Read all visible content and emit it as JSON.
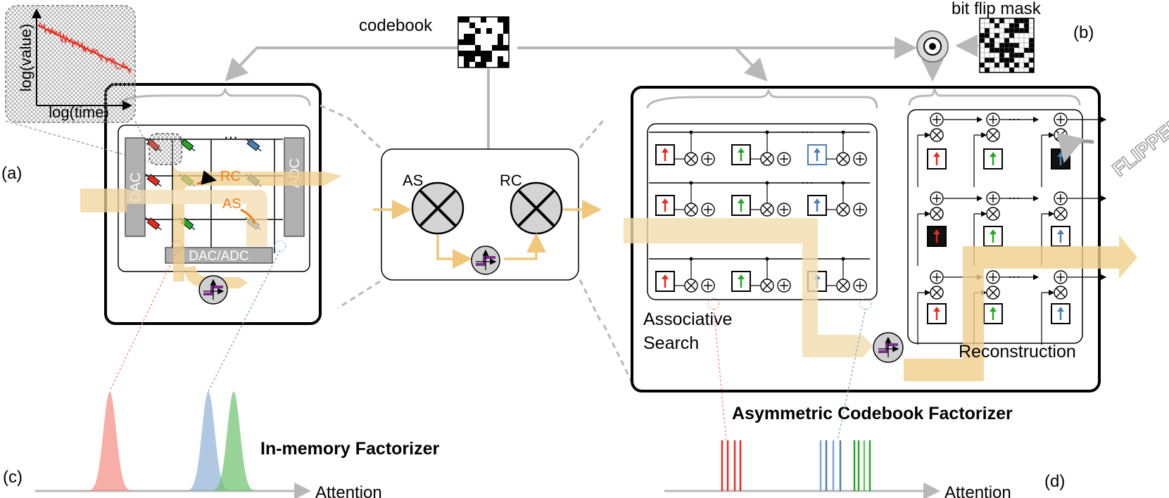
{
  "labels": {
    "codebook": "codebook",
    "bit_flip_mask": "bit flip mask",
    "panel_a": "(a)",
    "panel_b": "(b)",
    "panel_c": "(c)",
    "panel_d": "(d)",
    "y_axis": "log(value)",
    "x_axis": "log(time)",
    "dac": "DAC",
    "adc": "ADC",
    "dac_adc": "DAC/ADC",
    "rc_orange": "RC",
    "as_orange": "AS",
    "as_center": "AS",
    "rc_center": "RC",
    "associative_search_1": "Associative",
    "associative_search_2": "Search",
    "reconstruction": "Reconstruction",
    "flipped": "FLIPPED",
    "in_memory_factorizer": "In-memory Factorizer",
    "asymmetric_codebook_factorizer": "Asymmetric Codebook Factorizer",
    "attention_left": "Attention",
    "attention_right": "Attention",
    "dots": "⋯"
  },
  "colors": {
    "red": "#e8291c",
    "green": "#22a822",
    "blue": "#4a7fb5",
    "orange": "#f07d1a",
    "flow": "#f0d49a",
    "gray": "#b8b8b8",
    "purple": "#7b2d8e"
  }
}
